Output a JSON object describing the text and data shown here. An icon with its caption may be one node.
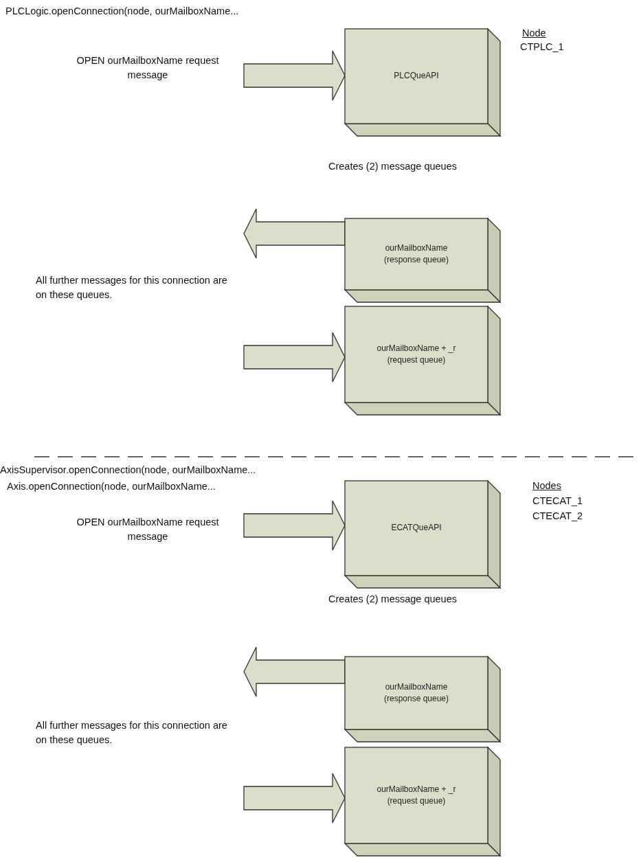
{
  "diagram": {
    "nodes": [
      {
        "text": [
          "PLCQueAPI"
        ]
      },
      {
        "text": [
          "ourMailboxName (response queue)"
        ]
      },
      {
        "text": [
          "ourMailboxName + _r (request queue)"
        ]
      },
      {
        "text": [
          "ECATQueAPI"
        ]
      },
      {
        "text": [
          "ourMailboxName (response queue)"
        ]
      },
      {
        "text": [
          "ourMailboxName + _r (request queue)"
        ]
      }
    ],
    "edges": [
      {
        "from": null,
        "to": 0,
        "arrow": "to"
      },
      {
        "from": 1,
        "to": null,
        "arrow": "to"
      },
      {
        "from": null,
        "to": 2,
        "arrow": "to"
      },
      {
        "from": null,
        "to": 3,
        "arrow": "to"
      },
      {
        "from": 4,
        "to": null,
        "arrow": "to"
      },
      {
        "from": null,
        "to": 5,
        "arrow": "to"
      }
    ],
    "labels": [
      "PLCLogic.openConnection(node, ourMailboxName...",
      "Node",
      "CTPLC_1",
      "OPEN ourMailboxName request message",
      "Creates (2) message queues",
      "All further messages for this connection are on these queues.",
      "AxisSupervisor.openConnection(node, ourMailboxName...",
      "Axis.openConnection(node, ourMailboxName...",
      "Nodes",
      "CTECAT_1",
      "CTECAT_2",
      "OPEN ourMailboxName request message",
      "Creates (2) message queues",
      "All further messages for this connection are on these queues."
    ]
  }
}
